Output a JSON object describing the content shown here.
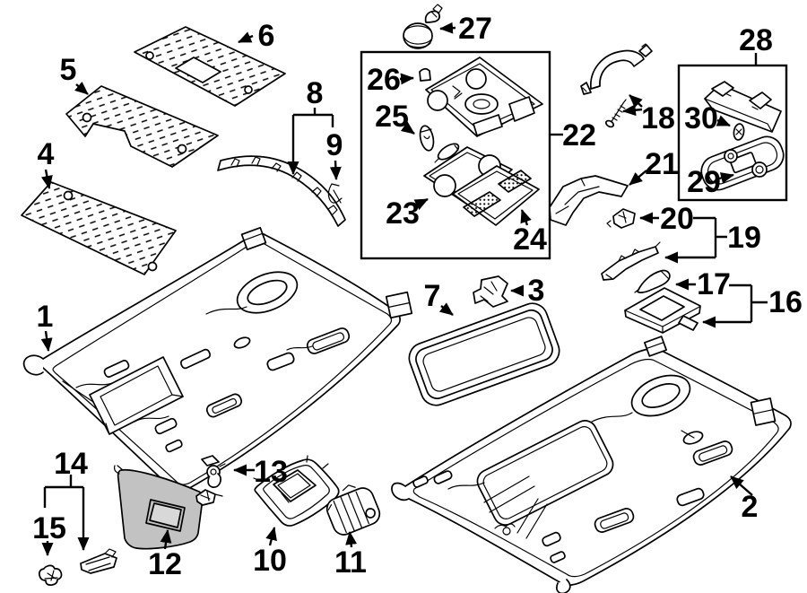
{
  "diagram": {
    "background": "#ffffff",
    "line_color": "#000000",
    "visor_fill": "#c2c2c2",
    "callouts": [
      {
        "num": "1"
      },
      {
        "num": "2"
      },
      {
        "num": "3"
      },
      {
        "num": "4"
      },
      {
        "num": "5"
      },
      {
        "num": "6"
      },
      {
        "num": "7"
      },
      {
        "num": "8"
      },
      {
        "num": "9"
      },
      {
        "num": "10"
      },
      {
        "num": "11"
      },
      {
        "num": "12"
      },
      {
        "num": "13"
      },
      {
        "num": "14"
      },
      {
        "num": "15"
      },
      {
        "num": "16"
      },
      {
        "num": "17"
      },
      {
        "num": "18"
      },
      {
        "num": "19"
      },
      {
        "num": "20"
      },
      {
        "num": "21"
      },
      {
        "num": "22"
      },
      {
        "num": "23"
      },
      {
        "num": "24"
      },
      {
        "num": "25"
      },
      {
        "num": "26"
      },
      {
        "num": "27"
      },
      {
        "num": "28"
      },
      {
        "num": "29"
      },
      {
        "num": "30"
      }
    ]
  }
}
